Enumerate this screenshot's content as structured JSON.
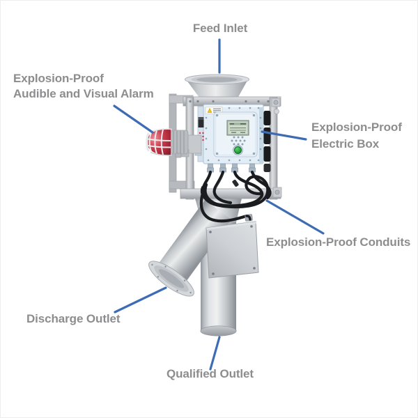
{
  "page": {
    "background": "#ffffff",
    "border_color": "#ededee",
    "type": "product-callout-diagram",
    "subject": "explosion-proof metal separator with Y reject valve"
  },
  "colors": {
    "label_text": "#8d8d8f",
    "leader_line": "#3d6cb5",
    "alarm_red": "#c13043",
    "button_green": "#2aa03c",
    "electric_box_blue": "#e3edf5",
    "metal_grey": "#c6cacd",
    "cable_black": "#1b1c1f"
  },
  "labels": {
    "feed_inlet": {
      "text": "Feed Inlet"
    },
    "alarm": {
      "line1": "Explosion-Proof",
      "line2": "Audible and Visual Alarm"
    },
    "electric_box": {
      "line1": "Explosion-Proof",
      "line2": "Electric Box"
    },
    "conduits": {
      "text": "Explosion-Proof Conduits"
    },
    "discharge_outlet": {
      "text": "Discharge Outlet"
    },
    "qualified_outlet": {
      "text": "Qualified Outlet"
    }
  },
  "machine": {
    "parts": [
      "feed-funnel",
      "mounting-frame",
      "explosion-proof-electric-box",
      "warning-sticker",
      "lcd-display",
      "keypad-buttons",
      "power-button",
      "status-leds",
      "alarm-beacon",
      "beacon-guard-cage",
      "cable-conduits",
      "cable-glands",
      "junction-box",
      "y-valve-pipe",
      "discharge-flange",
      "outlet-pipe"
    ]
  }
}
